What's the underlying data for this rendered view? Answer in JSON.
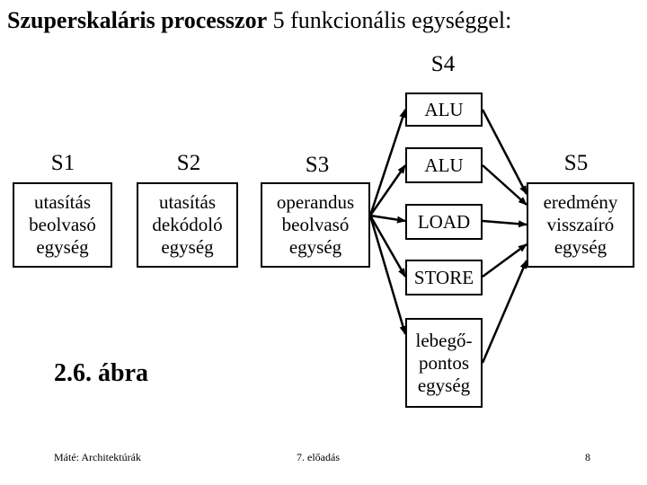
{
  "title": {
    "bold": "Szuperskaláris processzor",
    "rest": " 5 funkcionális egységgel:"
  },
  "stages": {
    "s1": "S1",
    "s2": "S2",
    "s3": "S3",
    "s4": "S4",
    "s5": "S5"
  },
  "boxes": {
    "fetch": "utasítás\nbeolvasó\negység",
    "decode": "utasítás\ndekódoló\negység",
    "operand": "operandus\nbeolvasó\negység",
    "alu1": "ALU",
    "alu2": "ALU",
    "load": "LOAD",
    "store": "STORE",
    "float": "lebegő-\npontos\negység",
    "writeback": "eredmény\nvisszaíró\negység"
  },
  "figure_label": "2.6. ábra",
  "footer": {
    "left": "Máté: Architektúrák",
    "center": "7. előadás",
    "page": "8"
  }
}
